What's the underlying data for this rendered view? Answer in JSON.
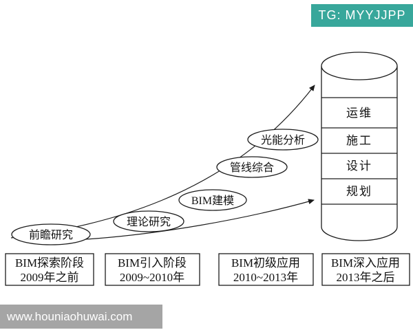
{
  "badge": {
    "text": "TG: MYYJJPP",
    "bg_color": "#38a79b"
  },
  "watermark": {
    "text": "www.houniaohuwai.com",
    "bg_color": "#a5a5a5"
  },
  "diagram": {
    "stages_ovals": [
      {
        "label": "前瞻研究"
      },
      {
        "label": "理论研究"
      },
      {
        "label": "BIM建模"
      },
      {
        "label": "管线综合"
      },
      {
        "label": "光能分析"
      }
    ],
    "cylinder_layers": [
      {
        "label": "运维"
      },
      {
        "label": "施工"
      },
      {
        "label": "设计"
      },
      {
        "label": "规划"
      }
    ],
    "phases": [
      {
        "line1": "BIM探索阶段",
        "line2": "2009年之前"
      },
      {
        "line1": "BIM引入阶段",
        "line2": "2009~2010年"
      },
      {
        "line1": "BIM初级应用",
        "line2": "2010~2013年"
      },
      {
        "line1": "BIM深入应用",
        "line2": "2013年之后"
      }
    ]
  }
}
